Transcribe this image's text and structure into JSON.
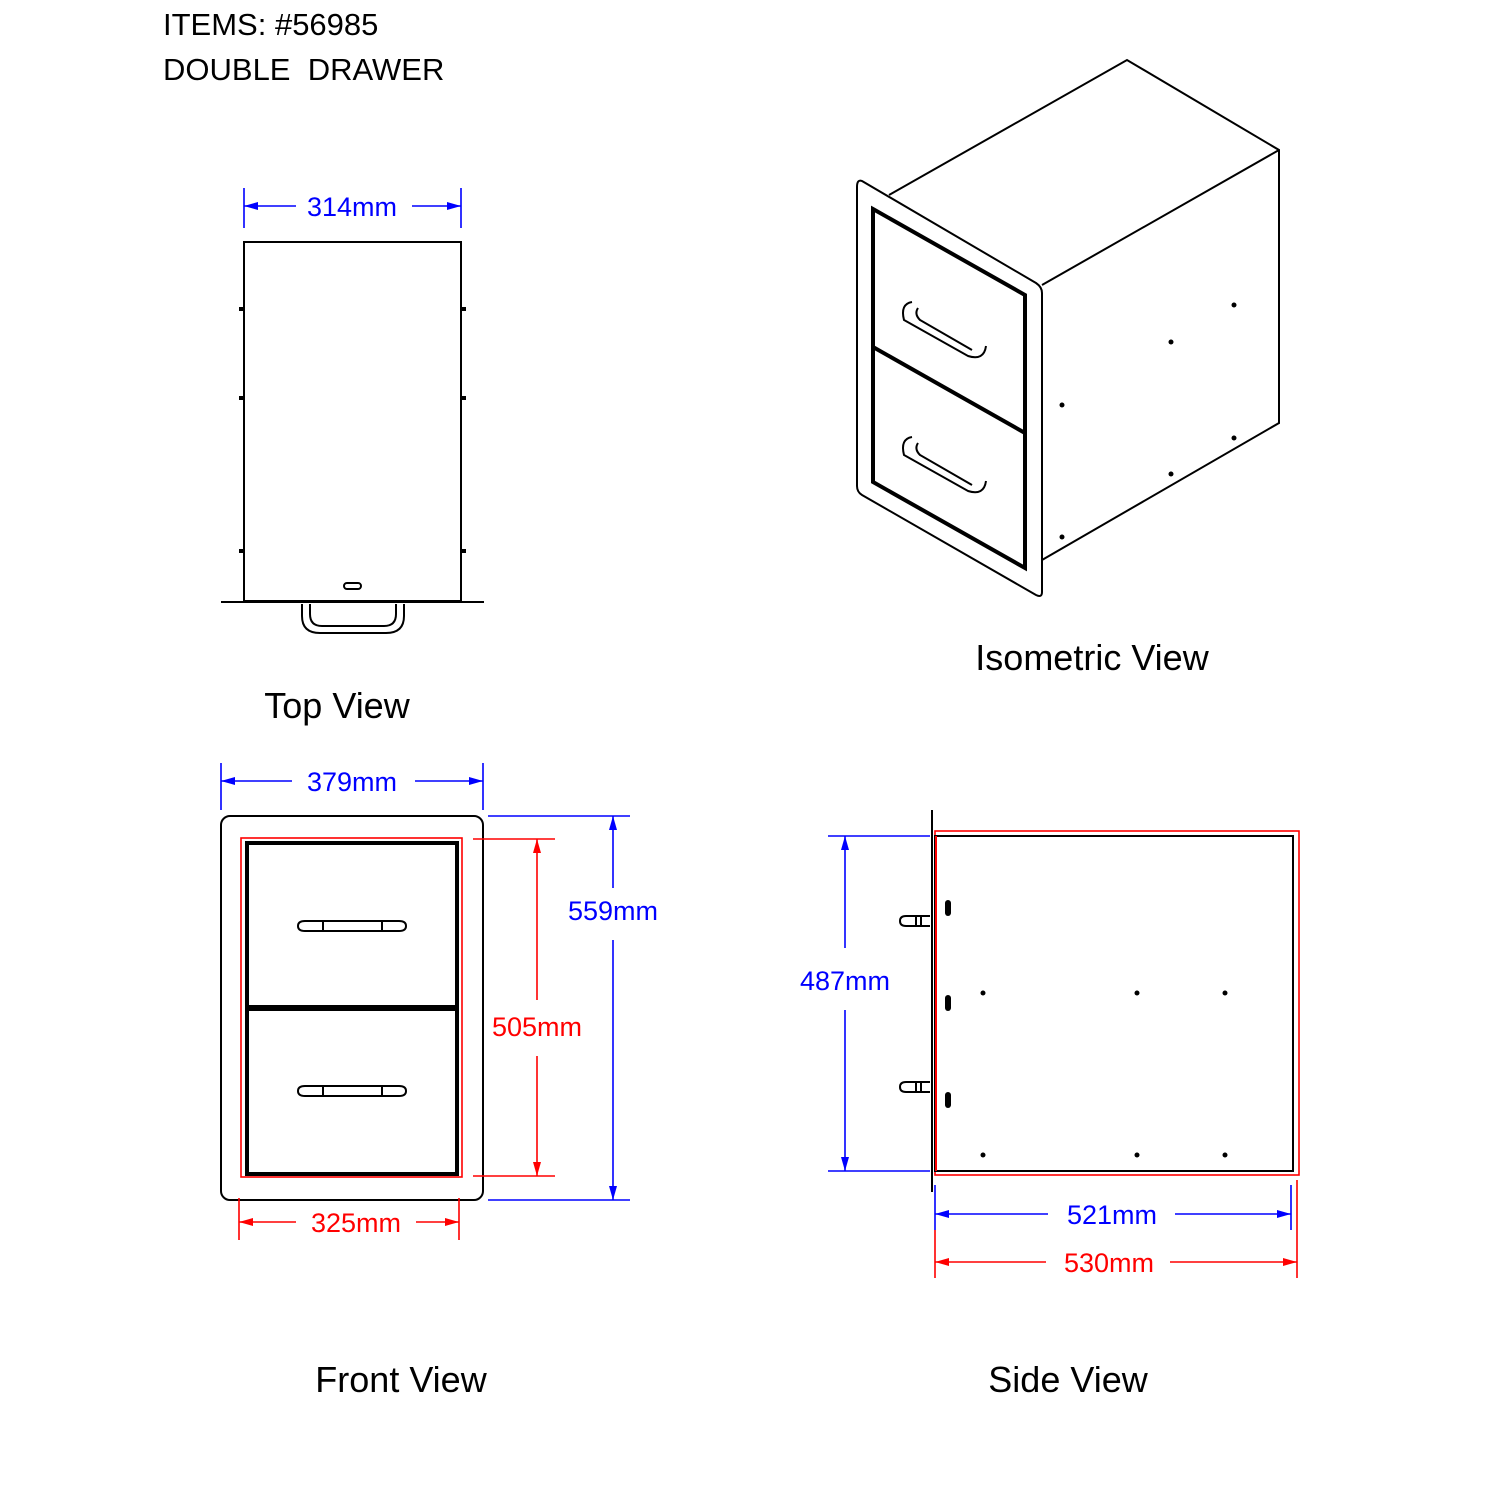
{
  "header": {
    "items": "ITEMS: #56985",
    "product": "DOUBLE  DRAWER"
  },
  "views": {
    "top": {
      "label": "Top View",
      "width": "314mm"
    },
    "isometric": {
      "label": "Isometric View"
    },
    "front": {
      "label": "Front View",
      "outer_width": "379mm",
      "outer_height": "559mm",
      "cutout_height": "505mm",
      "cutout_width": "325mm"
    },
    "side": {
      "label": "Side View",
      "height": "487mm",
      "depth_inner": "521mm",
      "depth_overall": "530mm"
    }
  },
  "colors": {
    "dimension_blue": "#0000ff",
    "cutout_red": "#ff0000"
  }
}
